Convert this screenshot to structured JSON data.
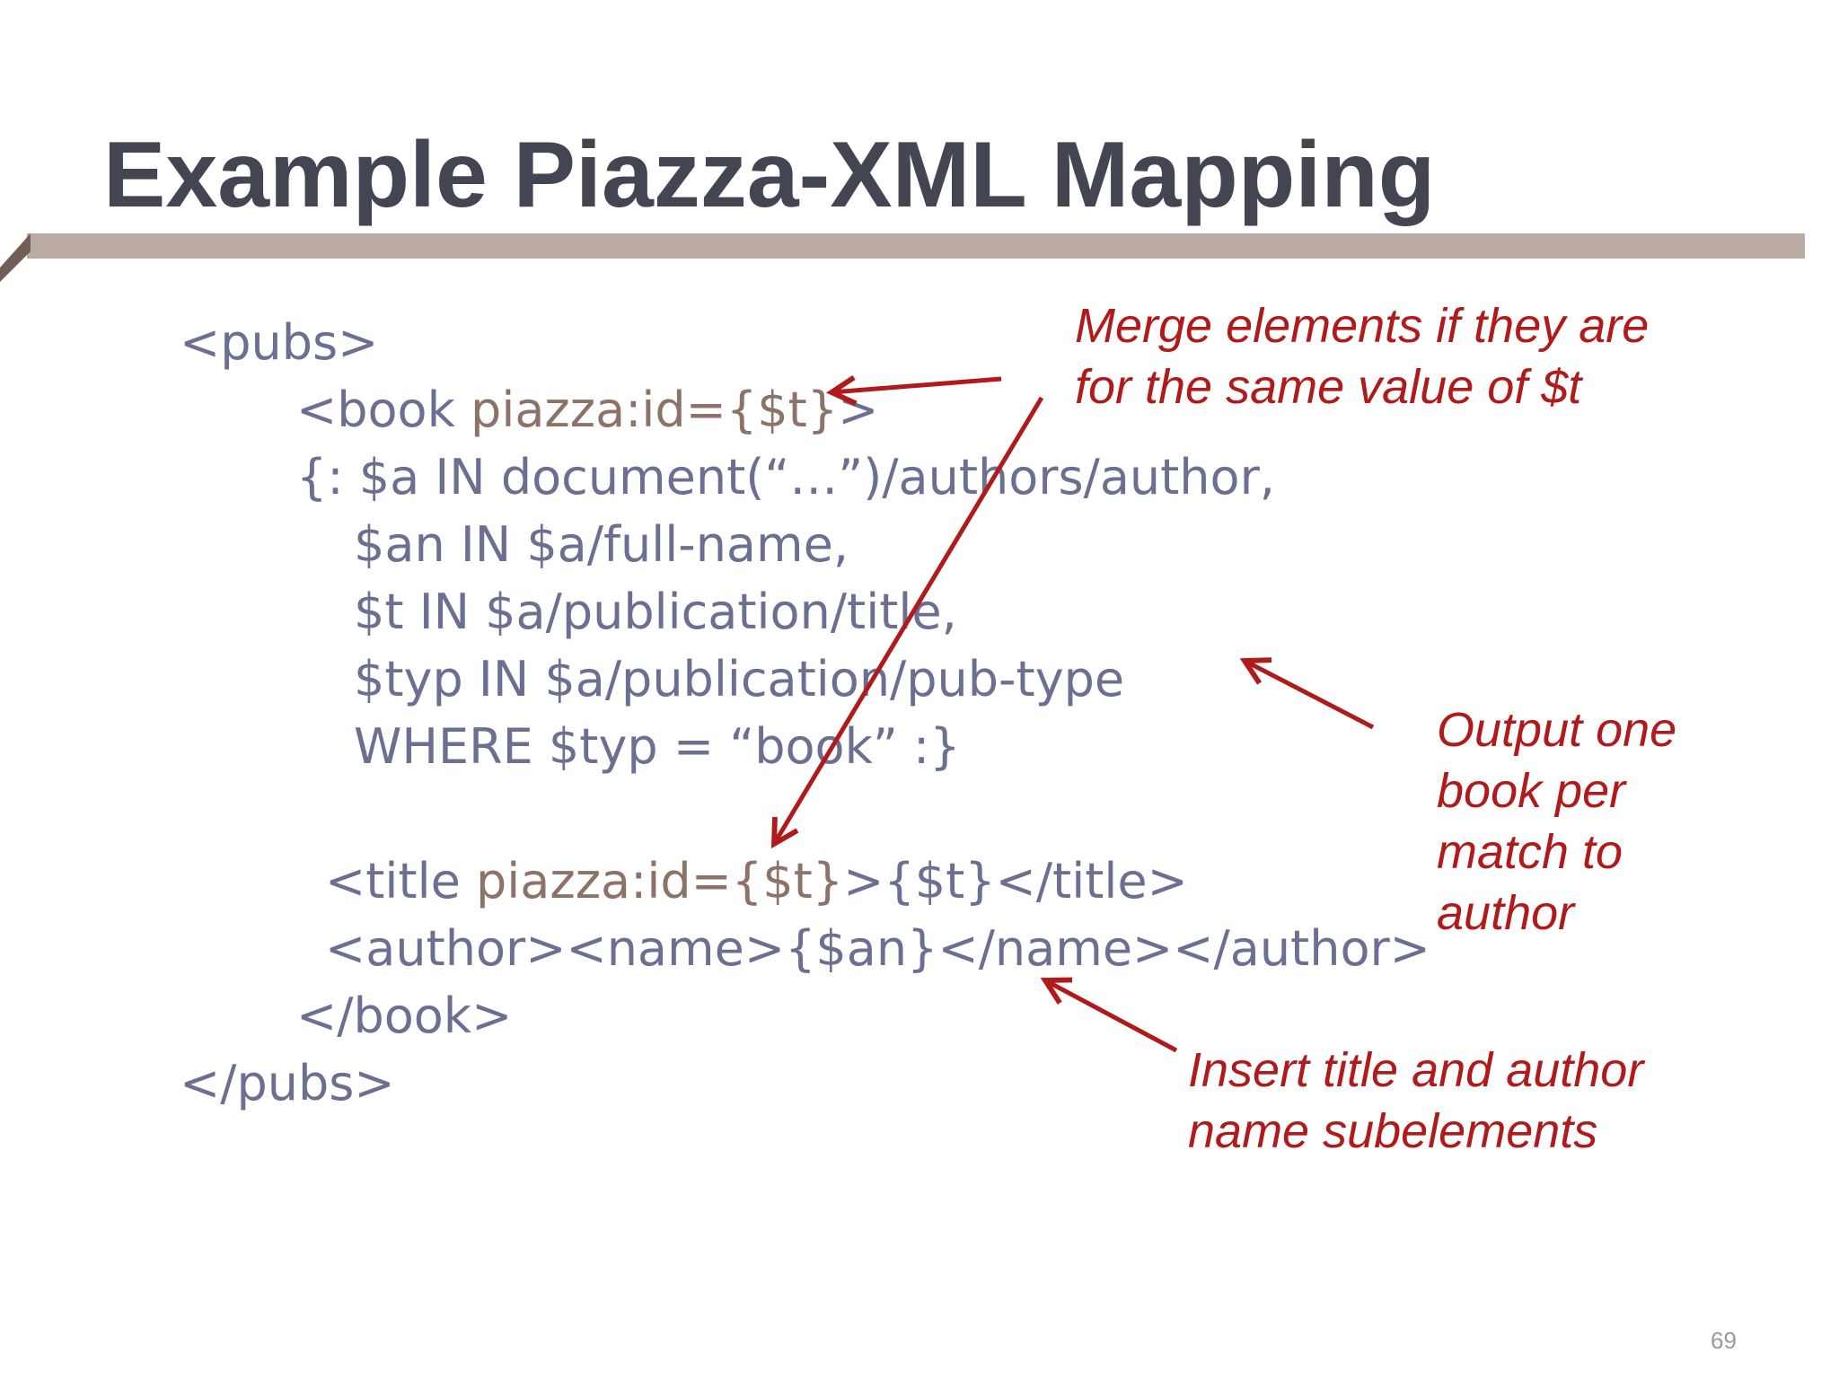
{
  "slide": {
    "title": "Example Piazza-XML Mapping",
    "page_number": "69"
  },
  "code": {
    "line1": "<pubs>",
    "line2_tag_open": "<book ",
    "line2_attr": "piazza:id={$t}",
    "line2_tag_close": ">",
    "line3": "{:  $a IN document(“…”)/authors/author,",
    "line4": "$an IN $a/full-name,",
    "line5": "$t IN $a/publication/title,",
    "line6": "$typ IN $a/publication/pub-type",
    "line7": "WHERE $typ = “book” :}",
    "line8_tag_open": "<title ",
    "line8_attr": "piazza:id={$t}",
    "line8_rest": ">{$t}</title>",
    "line9": "<author><name>{$an}</name></author>",
    "line10": "</book>",
    "line11": "</pubs>"
  },
  "annotations": {
    "merge": [
      "Merge elements if they are",
      "for the same value of $t"
    ],
    "output": [
      "Output one",
      "book per",
      "match to",
      "author"
    ],
    "insert": [
      "Insert title and author",
      "name subelements"
    ]
  },
  "colors": {
    "title": "#434552",
    "code_tag": "#6b6f92",
    "code_attr": "#8d7268",
    "annotation": "#b11a1a",
    "rule": "#b9aaa4"
  }
}
